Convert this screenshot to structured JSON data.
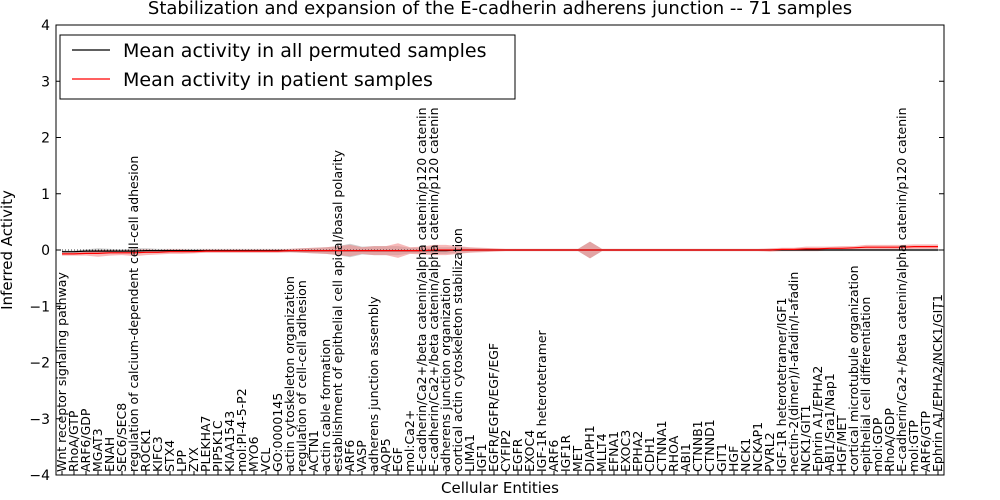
{
  "chart_data": {
    "type": "line",
    "title": "Stabilization and expansion of the E-cadherin adherens junction -- 71 samples",
    "xlabel": "Cellular Entities",
    "ylabel": "Inferred Activity",
    "ylim": [
      -4,
      4
    ],
    "yticks": [
      -4,
      -3,
      -2,
      -1,
      0,
      1,
      2,
      3,
      4
    ],
    "grid": false,
    "legend_position": "top-left",
    "categories": [
      "Wnt receptor signaling pathway",
      "RhoA/GTP",
      "ARF6/GDP",
      "MGAT3",
      "ENAH",
      "SEC6/SEC8",
      "regulation of calcium-dependent cell-cell adhesion",
      "ROCK1",
      "KIFC3",
      "STX4",
      "LPP",
      "ZYX",
      "PLEKHA7",
      "PIP5K1C",
      "KIAA1543",
      "mol:PI-4-5-P2",
      "MYO6",
      "VCL",
      "GO:0000145",
      "actin cytoskeleton organization",
      "regulation of cell-cell adhesion",
      "ACTN1",
      "actin cable formation",
      "establishment of epithelial cell apical/basal polarity",
      "ARF6",
      "VASP",
      "adherens junction assembly",
      "AQP5",
      "EGF",
      "mol:Ca2+",
      "E-cadherin/Ca2+/beta catenin/alpha catenin/p120 catenin",
      "E-cadherin/Ca2+/beta catenin/alpha catenin/p120 catenin",
      "adherens junction organization",
      "cortical actin cytoskeleton stabilization",
      "LIMA1",
      "IGF1",
      "EGFR/EGFR/EGF/EGF",
      "CYFIP2",
      "EGFR",
      "EXOC4",
      "IGF-1R heterotetramer",
      "ARF6",
      "IGF1R",
      "MET",
      "DIAPH1",
      "MLLT4",
      "EFNA1",
      "EXOC3",
      "EPHA2",
      "CDH1",
      "CTNNA1",
      "RHOA",
      "ABI1",
      "CTNNB1",
      "CTNND1",
      "GIT1",
      "HGF",
      "NCK1",
      "NCKAP1",
      "PVRL2",
      "IGF-1R heterotetramer/IGF1",
      "nectin-2(dimer)/I-afadin/I-afadin",
      "NCK1/GIT1",
      "Ephrin A1/EPHA2",
      "ABI1/Sra1/Nap1",
      "HGF/MET",
      "cortical microtubule organization",
      "epithelial cell differentiation",
      "mol:GDP",
      "RhoA/GDP",
      "E-cadherin/Ca2+/beta catenin/alpha catenin/p120 catenin",
      "mol:GTP",
      "ARF6/GTP",
      "Ephrin A1/EPHA2/NCK1/GIT1"
    ],
    "series": [
      {
        "name": "Mean activity in all permuted samples",
        "color": "#000000",
        "values": [
          -0.03,
          -0.03,
          -0.02,
          -0.02,
          -0.02,
          -0.02,
          -0.02,
          -0.01,
          -0.01,
          -0.01,
          -0.01,
          -0.01,
          -0.01,
          -0.01,
          -0.01,
          -0.01,
          -0.01,
          -0.01,
          -0.01,
          -0.01,
          -0.01,
          -0.01,
          -0.01,
          -0.01,
          -0.01,
          -0.01,
          -0.01,
          -0.01,
          -0.01,
          -0.01,
          -0.01,
          -0.01,
          -0.01,
          0.0,
          0.0,
          0.0,
          0.0,
          0.0,
          0.0,
          0.0,
          0.0,
          0.0,
          0.0,
          0.0,
          0.0,
          0.0,
          0.0,
          0.0,
          0.0,
          0.0,
          0.0,
          0.0,
          0.0,
          0.0,
          0.0,
          0.0,
          0.0,
          0.0,
          0.0,
          0.0,
          0.0,
          0.0,
          0.0,
          0.0,
          0.0,
          0.0,
          0.0,
          0.0,
          0.0,
          0.0,
          0.0,
          0.0,
          0.0,
          0.0
        ]
      },
      {
        "name": "Mean activity in patient samples",
        "color": "#ff0000",
        "values": [
          -0.07,
          -0.07,
          -0.06,
          -0.06,
          -0.05,
          -0.05,
          -0.05,
          -0.04,
          -0.04,
          -0.03,
          -0.03,
          -0.03,
          -0.02,
          -0.02,
          -0.02,
          -0.02,
          -0.02,
          -0.02,
          -0.02,
          -0.01,
          -0.01,
          -0.01,
          -0.01,
          -0.01,
          -0.01,
          -0.01,
          -0.01,
          -0.01,
          -0.01,
          -0.01,
          -0.01,
          0.0,
          0.0,
          0.0,
          0.0,
          0.0,
          0.0,
          0.0,
          0.0,
          0.0,
          0.0,
          0.0,
          0.0,
          0.0,
          0.0,
          0.0,
          0.0,
          0.0,
          0.0,
          0.0,
          0.0,
          0.0,
          0.0,
          0.0,
          0.0,
          0.0,
          0.0,
          0.0,
          0.0,
          0.0,
          0.01,
          0.01,
          0.02,
          0.02,
          0.03,
          0.03,
          0.04,
          0.05,
          0.05,
          0.05,
          0.05,
          0.06,
          0.06,
          0.06
        ]
      }
    ],
    "patient_band_halfwidth": [
      0.03,
      0.03,
      0.04,
      0.06,
      0.05,
      0.04,
      0.06,
      0.05,
      0.04,
      0.04,
      0.04,
      0.03,
      0.03,
      0.03,
      0.03,
      0.03,
      0.03,
      0.03,
      0.03,
      0.03,
      0.04,
      0.05,
      0.06,
      0.08,
      0.1,
      0.06,
      0.08,
      0.08,
      0.13,
      0.06,
      0.07,
      0.09,
      0.09,
      0.07,
      0.05,
      0.04,
      0.03,
      0.02,
      0.02,
      0.02,
      0.02,
      0.02,
      0.02,
      0.02,
      0.15,
      0.02,
      0.02,
      0.02,
      0.02,
      0.02,
      0.02,
      0.02,
      0.02,
      0.02,
      0.02,
      0.02,
      0.02,
      0.02,
      0.02,
      0.03,
      0.03,
      0.03,
      0.04,
      0.04,
      0.03,
      0.04,
      0.03,
      0.04,
      0.04,
      0.04,
      0.04,
      0.04,
      0.04,
      0.04
    ],
    "permuted_band_halfwidth": [
      0.02,
      0.02,
      0.03,
      0.05,
      0.04,
      0.03,
      0.05,
      0.04,
      0.03,
      0.03,
      0.03,
      0.03,
      0.03,
      0.03,
      0.03,
      0.03,
      0.03,
      0.03,
      0.03,
      0.03,
      0.04,
      0.05,
      0.06,
      0.08,
      0.12,
      0.07,
      0.08,
      0.08,
      0.08,
      0.05,
      0.05,
      0.06,
      0.06,
      0.05,
      0.04,
      0.03,
      0.02,
      0.02,
      0.02,
      0.02,
      0.02,
      0.02,
      0.02,
      0.02,
      0.15,
      0.02,
      0.02,
      0.02,
      0.02,
      0.02,
      0.02,
      0.02,
      0.02,
      0.02,
      0.02,
      0.02,
      0.02,
      0.02,
      0.02,
      0.02,
      0.02,
      0.02,
      0.02,
      0.02,
      0.02,
      0.02,
      0.02,
      0.02,
      0.02,
      0.02,
      0.02,
      0.02,
      0.02,
      0.02
    ],
    "colors": {
      "patient_band": "#f08080",
      "permuted_band": "#a9a9a9",
      "zero_line": "#000000"
    }
  }
}
